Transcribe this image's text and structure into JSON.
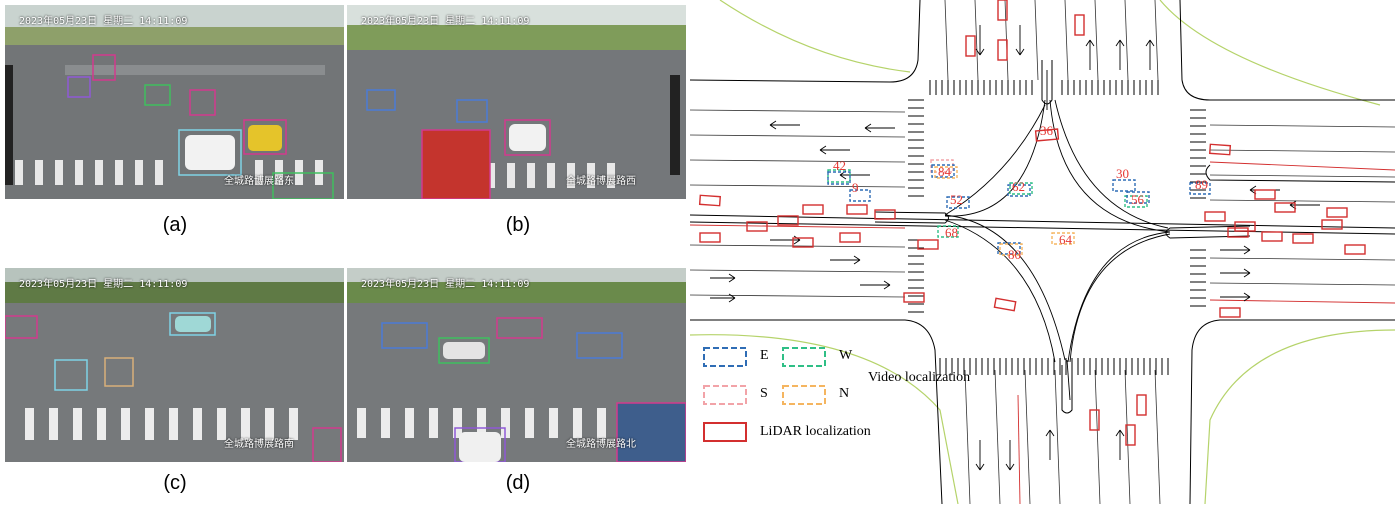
{
  "camera_views": [
    {
      "caption": "(a)",
      "timestamp": "2023年05月23日  星期二  14:11:09",
      "watermark": "全城路博展路东"
    },
    {
      "caption": "(b)",
      "timestamp": "2023年05月23日  星期二  14:11:09",
      "watermark": "全城路博展路西"
    },
    {
      "caption": "(c)",
      "timestamp": "2023年05月23日  星期二  14:11:09",
      "watermark": "全城路博展路南"
    },
    {
      "caption": "(d)",
      "timestamp": "2023年05月23日  星期二  14:11:09",
      "watermark": "全城路博展路北"
    }
  ],
  "map": {
    "video_ids": [
      "42",
      "9",
      "84",
      "52",
      "62",
      "36",
      "68",
      "80",
      "64",
      "30",
      "56",
      "89"
    ],
    "legend": {
      "east": "E",
      "west": "W",
      "south": "S",
      "north": "N",
      "video_label": "Video localization",
      "lidar_label": "LiDAR localization"
    },
    "colors": {
      "east": "#2f6db5",
      "west": "#2fbf86",
      "south": "#f2a3a8",
      "north": "#f5b560",
      "lidar": "#d32f2f",
      "id_text": "#e53935",
      "green_edge": "#b5d36a"
    }
  }
}
